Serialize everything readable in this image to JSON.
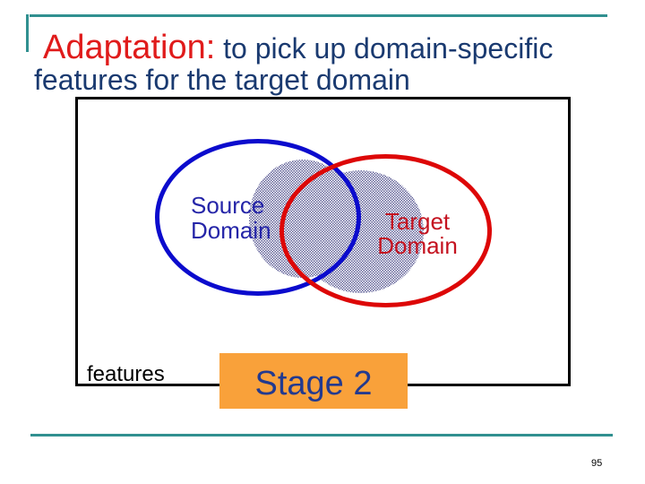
{
  "title": {
    "accent": "Adaptation:",
    "rest": " to pick up domain-specific",
    "line2": "features for the target domain"
  },
  "venn": {
    "source": {
      "line1": "Source",
      "line2": "Domain"
    },
    "target": {
      "line1": "Target",
      "line2": "Domain"
    }
  },
  "bottom": {
    "features_label": "features",
    "stage_label": "Stage 2"
  },
  "page_number": "95",
  "colors": {
    "accent_red": "#e01b1b",
    "title_navy": "#1a3a70",
    "source_label_blue": "#2525a8",
    "target_label_red": "#c41320",
    "ellipse_blue_stroke": "#0b0bcd",
    "ellipse_red_stroke": "#dd0707",
    "teal_frame": "#319090",
    "stage_box_orange": "#f9a13a",
    "stage_text_navy": "#233a8f",
    "pattern_fill_gray": "#63639a",
    "frame_border": "#000000"
  }
}
